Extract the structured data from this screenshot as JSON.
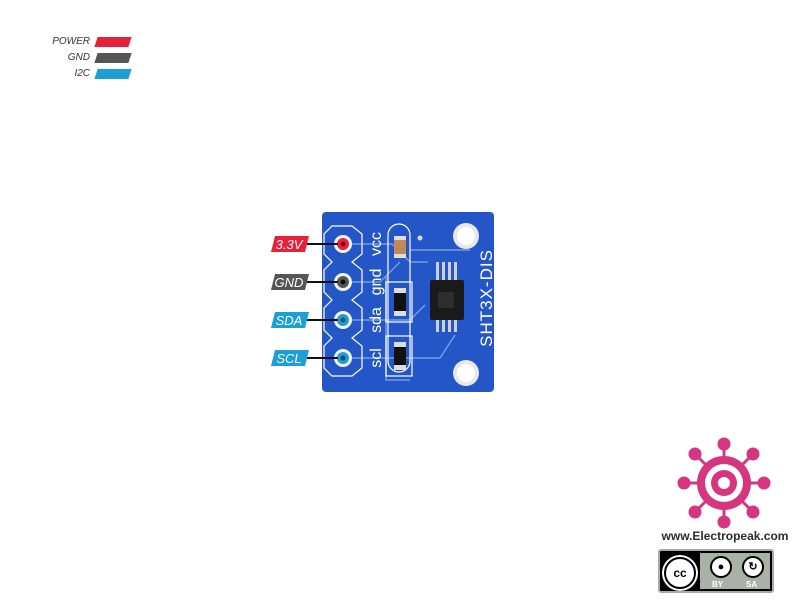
{
  "legend": [
    {
      "label": "POWER",
      "color": "#e8203a"
    },
    {
      "label": "GND",
      "color": "#555555"
    },
    {
      "label": "I2C",
      "color": "#1b9fd6"
    }
  ],
  "pins": [
    {
      "label": "3.3V",
      "color": "#e8203a"
    },
    {
      "label": "GND",
      "color": "#555555"
    },
    {
      "label": "SDA",
      "color": "#1b9fd6"
    },
    {
      "label": "SCL",
      "color": "#1b9fd6"
    }
  ],
  "board": {
    "name": "SHT3X-DIS",
    "silkscreen_pins": [
      "vcc",
      "gnd",
      "sda",
      "scl"
    ],
    "pcb_color": "#2456c8"
  },
  "brand": {
    "website": "www.Electropeak.com",
    "logo_color": "#d6357f",
    "license": {
      "cc": "cc",
      "tags": [
        "BY",
        "SA"
      ]
    }
  }
}
